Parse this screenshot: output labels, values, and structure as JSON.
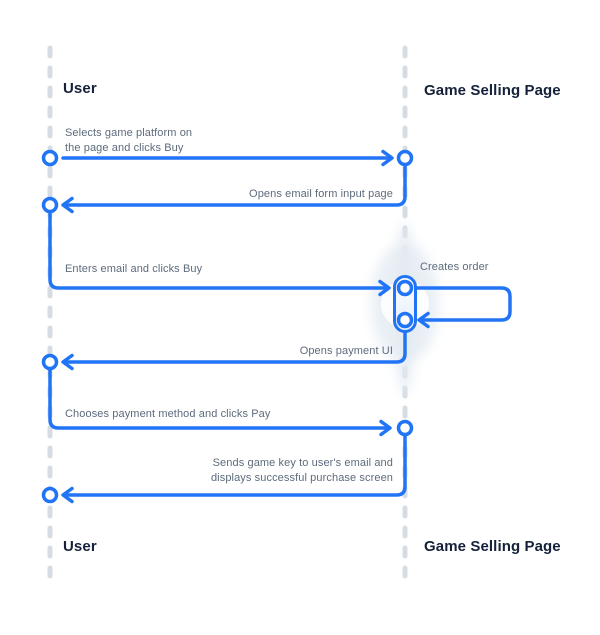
{
  "diagram_type": "sequence-diagram",
  "colors": {
    "accent_blue": "#2174F6",
    "lifeline_gray": "#D5DCE3",
    "actor_text": "#15213B",
    "message_text": "#5D6B7C",
    "activation_glow": "#E9EFF5",
    "background": "#FFFFFF"
  },
  "actors": [
    {
      "name": "User"
    },
    {
      "name": "Game Selling Page"
    }
  ],
  "messages": [
    {
      "label": "Selects game platform on\nthe page and clicks Buy",
      "from": "User",
      "to": "Game Selling Page",
      "direction": "right"
    },
    {
      "label": "Opens email form input page",
      "from": "Game Selling Page",
      "to": "User",
      "direction": "left"
    },
    {
      "label": "Enters email and clicks Buy",
      "from": "User",
      "to": "Game Selling Page",
      "direction": "right"
    },
    {
      "label": "Creates order",
      "from": "Game Selling Page",
      "to": "Game Selling Page",
      "direction": "self"
    },
    {
      "label": "Opens payment UI",
      "from": "Game Selling Page",
      "to": "User",
      "direction": "left"
    },
    {
      "label": "Chooses payment method and clicks Pay",
      "from": "User",
      "to": "Game Selling Page",
      "direction": "right"
    },
    {
      "label": "Sends game key to user's email and\ndisplays successful purchase screen",
      "from": "Game Selling Page",
      "to": "User",
      "direction": "left"
    }
  ]
}
